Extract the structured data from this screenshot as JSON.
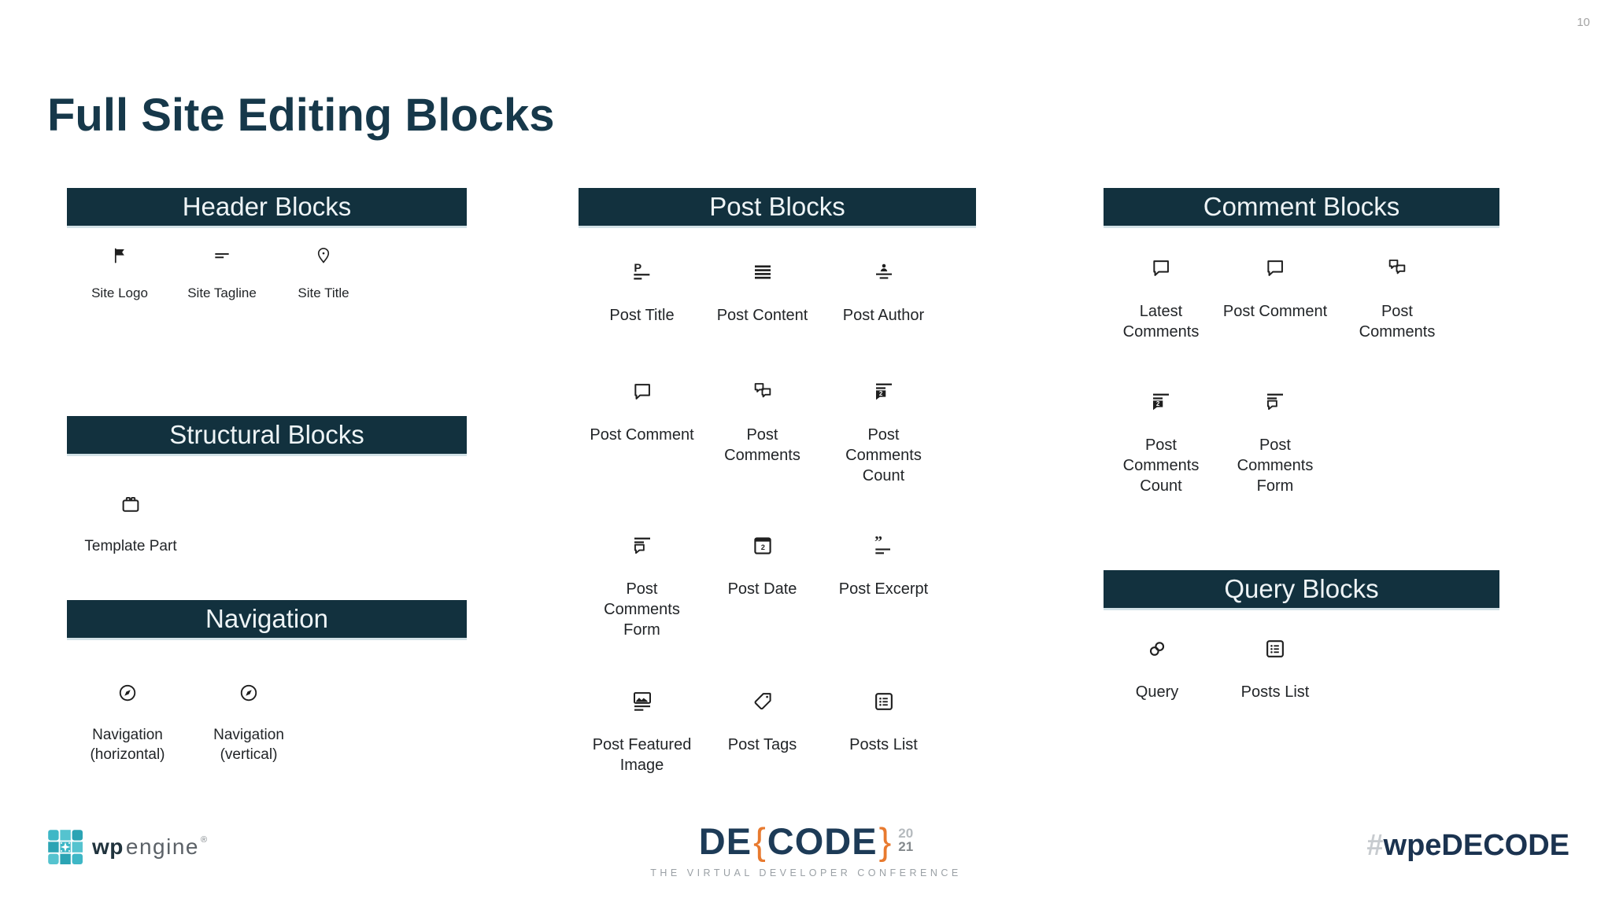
{
  "slide": {
    "page_number": "10",
    "title": "Full Site Editing Blocks"
  },
  "sections": {
    "header_blocks": {
      "title": "Header Blocks",
      "items": [
        {
          "icon": "flag-icon",
          "label": "Site Logo"
        },
        {
          "icon": "tagline-lines-icon",
          "label": "Site Tagline"
        },
        {
          "icon": "map-pin-icon",
          "label": "Site Title"
        }
      ]
    },
    "structural_blocks": {
      "title": "Structural Blocks",
      "items": [
        {
          "icon": "template-part-icon",
          "label": "Template Part"
        }
      ]
    },
    "navigation": {
      "title": "Navigation",
      "items": [
        {
          "icon": "compass-icon",
          "label": "Navigation\n(horizontal)"
        },
        {
          "icon": "compass-icon",
          "label": "Navigation\n(vertical)"
        }
      ]
    },
    "post_blocks": {
      "title": "Post Blocks",
      "items": [
        {
          "icon": "post-title-icon",
          "label": "Post Title"
        },
        {
          "icon": "post-content-icon",
          "label": "Post Content"
        },
        {
          "icon": "post-author-icon",
          "label": "Post Author"
        },
        {
          "icon": "comment-bubble-icon",
          "label": "Post Comment"
        },
        {
          "icon": "comments-bubbles-icon",
          "label": "Post\nComments"
        },
        {
          "icon": "comments-count-icon",
          "label": "Post\nComments\nCount"
        },
        {
          "icon": "comments-form-icon",
          "label": "Post\nComments\nForm"
        },
        {
          "icon": "calendar-icon",
          "label": "Post Date"
        },
        {
          "icon": "quote-icon",
          "label": "Post Excerpt"
        },
        {
          "icon": "featured-image-icon",
          "label": "Post Featured\nImage"
        },
        {
          "icon": "tag-icon",
          "label": "Post Tags"
        },
        {
          "icon": "posts-list-icon",
          "label": "Posts List"
        }
      ]
    },
    "comment_blocks": {
      "title": "Comment Blocks",
      "items": [
        {
          "icon": "comment-bubble-icon",
          "label": "Latest\nComments"
        },
        {
          "icon": "comment-bubble-icon",
          "label": "Post Comment"
        },
        {
          "icon": "comments-bubbles-icon",
          "label": "Post\nComments"
        },
        {
          "icon": "comments-count-icon",
          "label": "Post\nComments\nCount"
        },
        {
          "icon": "comments-form-icon",
          "label": "Post\nComments\nForm"
        }
      ]
    },
    "query_blocks": {
      "title": "Query Blocks",
      "items": [
        {
          "icon": "loop-icon",
          "label": "Query"
        },
        {
          "icon": "posts-list-icon",
          "label": "Posts List"
        }
      ]
    }
  },
  "footer": {
    "wpengine": {
      "wp": "wp",
      "engine": "engine",
      "registered": "®"
    },
    "decode": {
      "de": "DE",
      "open_brace": "{",
      "code": "CODE",
      "close_brace": "}",
      "year_top": "20",
      "year_bottom": "21",
      "tagline": "THE VIRTUAL DEVELOPER CONFERENCE"
    },
    "hashtag": {
      "hash": "#",
      "label": "wpeDECODE"
    }
  },
  "colors": {
    "bar_background": "#12313e",
    "bar_text": "#eef4f6",
    "title_text": "#16384a",
    "icon": "#1f1f1f",
    "label_text": "#222528",
    "decode_navy": "#1d3b57",
    "decode_orange": "#e87a2f",
    "wpengine_teal": "#3eb7c6",
    "muted_gray": "#9aa0a5"
  }
}
